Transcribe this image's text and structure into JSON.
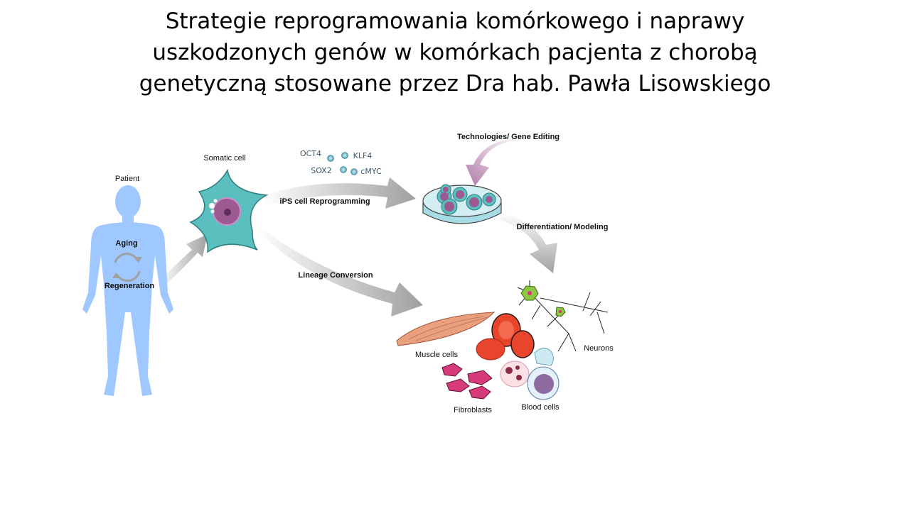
{
  "title": {
    "lines": [
      "Strategie reprogramowania komórkowego i naprawy",
      "uszkodzonych genów w komórkach pacjenta z chorobą",
      "genetyczną stosowane przez Dra hab. Pawła Lisowskiego"
    ]
  },
  "diagram": {
    "patient": "Patient",
    "aging": "Aging",
    "regeneration": "Regeneration",
    "somatic_cell": "Somatic cell",
    "factors": [
      "OCT4",
      "KLF4",
      "SOX2",
      "cMYC"
    ],
    "ips_reprogramming": "iPS cell Reprogramming",
    "lineage_conversion": "Lineage Conversion",
    "gene_editing": "Technologies/ Gene Editing",
    "differentiation": "Differentiation/ Modeling",
    "muscle_cells": "Muscle cells",
    "neurons": "Neurons",
    "fibroblasts": "Fibroblasts",
    "blood_cells": "Blood cells"
  },
  "colors": {
    "body": "#9ec8ff",
    "cell": "#5bbfbf",
    "nucleus": "#9b5a92",
    "arrow": "#a8a8a8",
    "rbc": "#e8452c"
  }
}
